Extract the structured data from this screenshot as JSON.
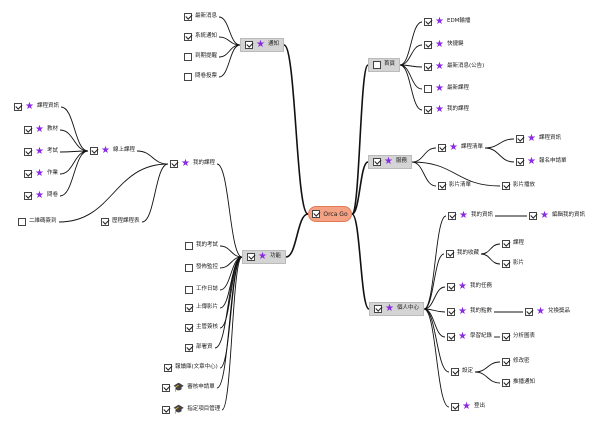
{
  "root": {
    "label": "Orca Go",
    "checked": true
  },
  "nodes": [
    {
      "id": "notify",
      "label": "通知",
      "checked": true,
      "star": true,
      "box": true
    },
    {
      "id": "n1",
      "label": "最新消息",
      "checked": true
    },
    {
      "id": "n2",
      "label": "系統通知",
      "checked": true
    },
    {
      "id": "n3",
      "label": "到期提醒",
      "checked": false
    },
    {
      "id": "n4",
      "label": "問卷投票",
      "checked": false
    },
    {
      "id": "home",
      "label": "首頁",
      "checked": false,
      "box": true
    },
    {
      "id": "h1",
      "label": "EDM輪播",
      "checked": true,
      "star": true
    },
    {
      "id": "h2",
      "label": "快捷鍵",
      "checked": true,
      "star": true
    },
    {
      "id": "h3",
      "label": "最新消息(公告)",
      "checked": true,
      "star": true
    },
    {
      "id": "h4",
      "label": "最新課程",
      "checked": false,
      "star": true
    },
    {
      "id": "h5",
      "label": "我的課程",
      "checked": true,
      "star": true
    },
    {
      "id": "service",
      "label": "服務",
      "checked": true,
      "star": true,
      "box": true
    },
    {
      "id": "s1",
      "label": "課程清單",
      "checked": true,
      "star": true
    },
    {
      "id": "s1a",
      "label": "課程資訊",
      "checked": true,
      "star": true
    },
    {
      "id": "s1b",
      "label": "報名申請單",
      "checked": true,
      "star": true
    },
    {
      "id": "s2",
      "label": "影片清單",
      "checked": true
    },
    {
      "id": "s3",
      "label": "影片播放",
      "checked": true
    },
    {
      "id": "mycourse",
      "label": "我的課程",
      "checked": true,
      "star": true
    },
    {
      "id": "online",
      "label": "線上課程",
      "checked": true,
      "star": true
    },
    {
      "id": "o1",
      "label": "課程資訊",
      "checked": true,
      "star": true
    },
    {
      "id": "o2",
      "label": "教材",
      "checked": true,
      "star": true
    },
    {
      "id": "o3",
      "label": "考試",
      "checked": true,
      "star": true
    },
    {
      "id": "o4",
      "label": "作業",
      "checked": true,
      "star": true
    },
    {
      "id": "o5",
      "label": "問卷",
      "checked": true,
      "star": true
    },
    {
      "id": "m2",
      "label": "二維碼簽到",
      "checked": false
    },
    {
      "id": "m3",
      "label": "歷程課程表",
      "checked": true
    },
    {
      "id": "func",
      "label": "功能",
      "checked": true,
      "star": true,
      "box": true
    },
    {
      "id": "f1",
      "label": "我的考試",
      "checked": false
    },
    {
      "id": "f2",
      "label": "發佈監控",
      "checked": false
    },
    {
      "id": "f3",
      "label": "工作日誌",
      "checked": false
    },
    {
      "id": "f4",
      "label": "上傳影片",
      "checked": true
    },
    {
      "id": "f5",
      "label": "主管簽核",
      "checked": true
    },
    {
      "id": "f6",
      "label": "部署資",
      "checked": true
    },
    {
      "id": "f7",
      "label": "報讀庫(文章中心)",
      "checked": true
    },
    {
      "id": "f8",
      "label": "審核申請單",
      "checked": true,
      "hat": true
    },
    {
      "id": "f9",
      "label": "指定項目管理",
      "checked": true,
      "hat": true
    },
    {
      "id": "personal",
      "label": "個人中心",
      "checked": true,
      "star": true,
      "box": true
    },
    {
      "id": "p1",
      "label": "我的資訊",
      "checked": true,
      "star": true
    },
    {
      "id": "p1a",
      "label": "編輯我的資訊",
      "checked": true,
      "star": true
    },
    {
      "id": "p2",
      "label": "我的收藏",
      "checked": true
    },
    {
      "id": "p2a",
      "label": "課程",
      "checked": true
    },
    {
      "id": "p2b",
      "label": "影片",
      "checked": true
    },
    {
      "id": "p3",
      "label": "我的任務",
      "checked": true,
      "star": true
    },
    {
      "id": "p4",
      "label": "我的點數",
      "checked": true,
      "star": true
    },
    {
      "id": "p4a",
      "label": "兌換獎品",
      "checked": true,
      "star": true
    },
    {
      "id": "p5",
      "label": "學習紀錄",
      "checked": true,
      "star": true
    },
    {
      "id": "p5a",
      "label": "分析圖表",
      "checked": true
    },
    {
      "id": "p6",
      "label": "設定",
      "checked": true
    },
    {
      "id": "p6a",
      "label": "修改密",
      "checked": true
    },
    {
      "id": "p6b",
      "label": "推播通知",
      "checked": true
    },
    {
      "id": "p7",
      "label": "登出",
      "checked": true,
      "star": true
    }
  ],
  "edges": [
    [
      "root",
      "notify"
    ],
    [
      "notify",
      "n1"
    ],
    [
      "notify",
      "n2"
    ],
    [
      "notify",
      "n3"
    ],
    [
      "notify",
      "n4"
    ],
    [
      "root",
      "home"
    ],
    [
      "home",
      "h1"
    ],
    [
      "home",
      "h2"
    ],
    [
      "home",
      "h3"
    ],
    [
      "home",
      "h4"
    ],
    [
      "home",
      "h5"
    ],
    [
      "root",
      "service"
    ],
    [
      "service",
      "s1"
    ],
    [
      "s1",
      "s1a"
    ],
    [
      "s1",
      "s1b"
    ],
    [
      "service",
      "s2"
    ],
    [
      "service",
      "s3"
    ],
    [
      "root",
      "func"
    ],
    [
      "func",
      "mycourse"
    ],
    [
      "mycourse",
      "online"
    ],
    [
      "online",
      "o1"
    ],
    [
      "online",
      "o2"
    ],
    [
      "online",
      "o3"
    ],
    [
      "online",
      "o4"
    ],
    [
      "online",
      "o5"
    ],
    [
      "mycourse",
      "m2"
    ],
    [
      "mycourse",
      "m3"
    ],
    [
      "func",
      "f1"
    ],
    [
      "func",
      "f2"
    ],
    [
      "func",
      "f3"
    ],
    [
      "func",
      "f4"
    ],
    [
      "func",
      "f5"
    ],
    [
      "func",
      "f6"
    ],
    [
      "func",
      "f7"
    ],
    [
      "func",
      "f8"
    ],
    [
      "func",
      "f9"
    ],
    [
      "root",
      "personal"
    ],
    [
      "personal",
      "p1"
    ],
    [
      "p1",
      "p1a"
    ],
    [
      "personal",
      "p2"
    ],
    [
      "p2",
      "p2a"
    ],
    [
      "p2",
      "p2b"
    ],
    [
      "personal",
      "p3"
    ],
    [
      "personal",
      "p4"
    ],
    [
      "p4",
      "p4a"
    ],
    [
      "personal",
      "p5"
    ],
    [
      "p5",
      "p5a"
    ],
    [
      "personal",
      "p6"
    ],
    [
      "p6",
      "p6a"
    ],
    [
      "p6",
      "p6b"
    ],
    [
      "personal",
      "p7"
    ]
  ]
}
